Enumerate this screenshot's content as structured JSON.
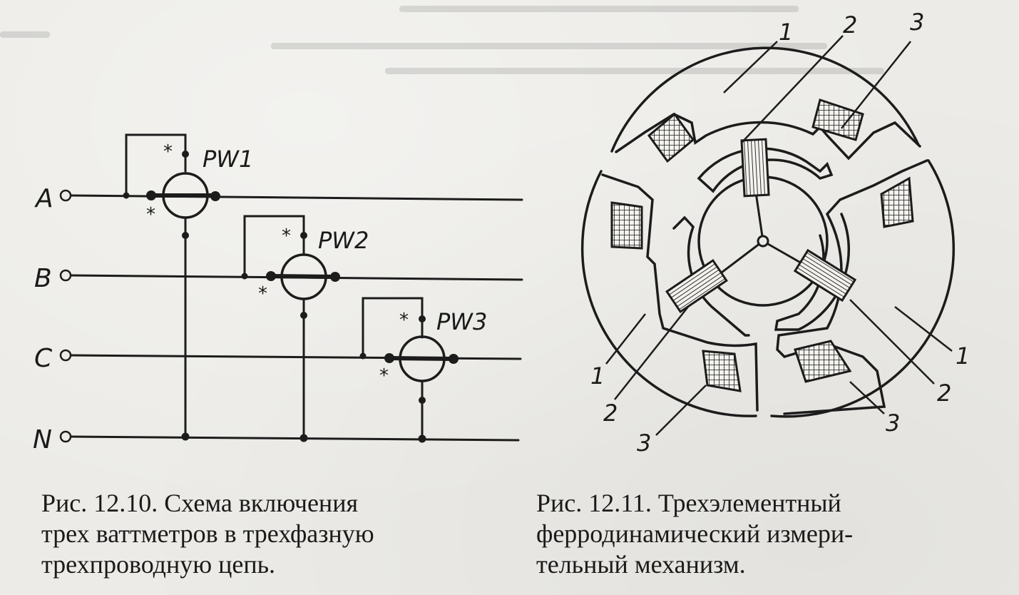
{
  "figure_1": {
    "terminals": [
      "A",
      "B",
      "C",
      "N"
    ],
    "wattmeters": [
      "PW1",
      "PW2",
      "PW3"
    ],
    "polarity_mark": "*",
    "caption_lines": [
      "Рис. 12.10. Схема включения",
      "трех ваттметров в трехфазную",
      "трехпроводную цепь."
    ]
  },
  "figure_2": {
    "callouts": [
      "1",
      "2",
      "3",
      "1",
      "2",
      "3",
      "1",
      "2",
      "3"
    ],
    "caption_lines": [
      "Рис. 12.11. Трехэлементный",
      "ферродинамический измери-",
      "тельный механизм."
    ]
  }
}
